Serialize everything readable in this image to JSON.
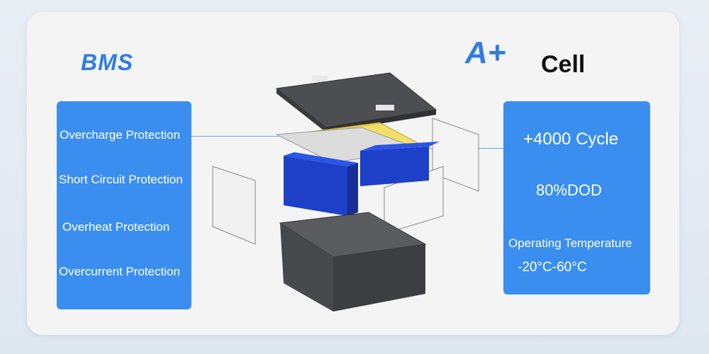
{
  "left_heading": "BMS",
  "right_heading": {
    "grade": "A+",
    "label": "Cell"
  },
  "bms_features": [
    "Overcharge Protection",
    "Short Circuit Protection",
    "Overheat Protection",
    "Overcurrent Protection"
  ],
  "cell_specs": {
    "cycle": "+4000 Cycle",
    "dod": "80%DOD",
    "temp_label": "Operating Temperature",
    "temp_range": "-20°C-60°C"
  },
  "colors": {
    "accent": "#3a8ef0",
    "heading_blue": "#2f7de0",
    "cell_blue": "#1e3fc8"
  }
}
